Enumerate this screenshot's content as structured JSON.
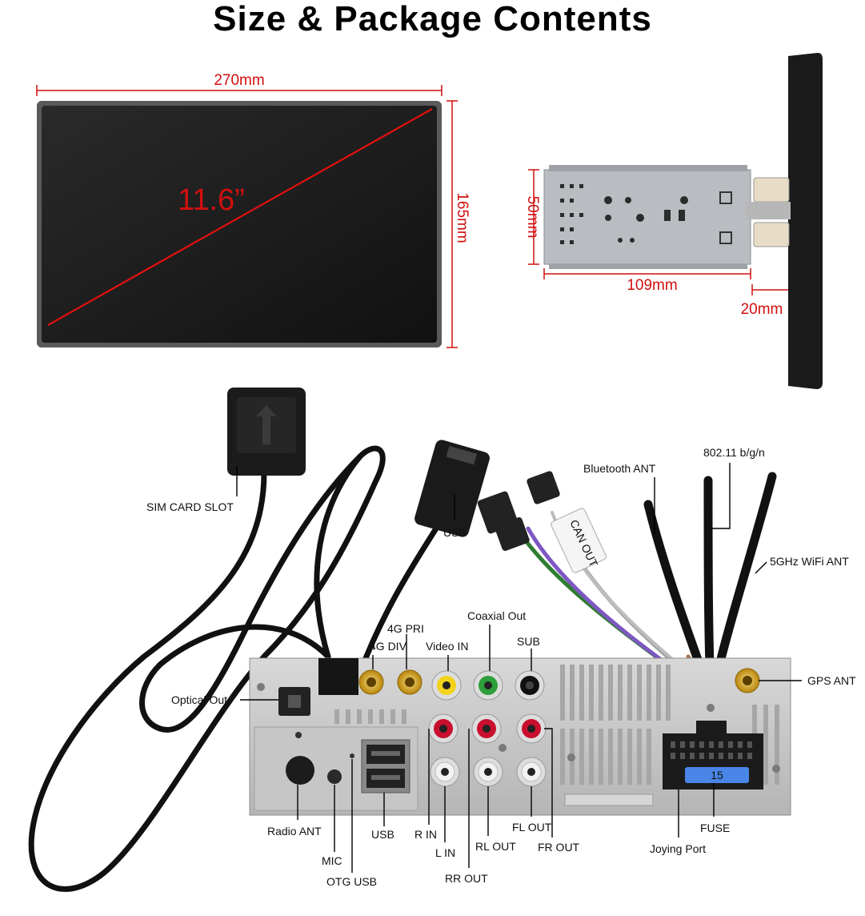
{
  "title": "Size & Package Contents",
  "dimensions": {
    "width": "270mm",
    "height": "165mm",
    "diagonal": "11.6”",
    "chassis_height": "50mm",
    "chassis_depth": "109mm",
    "screen_depth": "20mm"
  },
  "labels": {
    "sim_card_slot": "SIM CARD SLOT",
    "usb_cable": "USB",
    "bluetooth_ant": "Bluetooth ANT",
    "wifi_24": "802.11 b/g/n",
    "wifi_5": "5GHz WiFi ANT",
    "coaxial_out": "Coaxial Out",
    "pri_4g": "4G PRI",
    "div_4g": "4G DIV",
    "video_in": "Video IN",
    "sub": "SUB",
    "gps_ant": "GPS ANT",
    "optical_out": "Optical Out",
    "radio_ant": "Radio ANT",
    "mic": "MIC",
    "otg_usb": "OTG USB",
    "usb_port": "USB",
    "r_in": "R IN",
    "l_in": "L IN",
    "rr_out": "RR OUT",
    "rl_out": "RL OUT",
    "fl_out": "FL OUT",
    "fr_out": "FR OUT",
    "fuse": "FUSE",
    "joying_port": "Joying Port",
    "can_tag": "CAN OUT",
    "fuse_value": "15"
  },
  "colors": {
    "dimension": "#d10f0f",
    "rca_red": "#c8102e",
    "rca_white": "#f2f2f2",
    "rca_yellow": "#f2d21b",
    "rca_green": "#2e9e3a",
    "fuse_blue": "#4a86e8",
    "sma_gold": "#d4a017",
    "panel_silver": "#c9c9c9"
  }
}
